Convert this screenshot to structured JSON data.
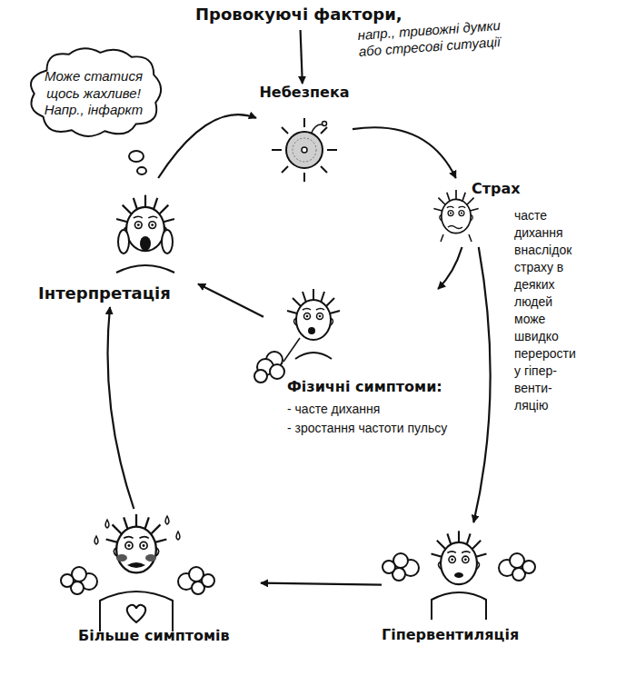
{
  "diagram": {
    "nodes": [
      {
        "text": [
          "Провокуючі фактори,",
          "напр., тривожні думки або стресові ситуації"
        ]
      },
      {
        "text": [
          "Може статися щось жахливе! Напр., інфаркт"
        ]
      },
      {
        "text": [
          "Небезпека"
        ]
      },
      {
        "text": [
          "Страх"
        ]
      },
      {
        "text": [
          "Фізичні симптоми:",
          "- часте дихання",
          "- зростання частоти пульсу"
        ]
      },
      {
        "text": [
          "Інтерпретація"
        ]
      },
      {
        "text": [
          "Гіпервентиляція"
        ]
      },
      {
        "text": [
          "Більше симптомів"
        ]
      }
    ],
    "edges": [
      {
        "from": 0,
        "to": 2,
        "arrow": "to"
      },
      {
        "from": 2,
        "to": 3,
        "arrow": "to"
      },
      {
        "from": 3,
        "to": 4,
        "arrow": "to"
      },
      {
        "from": 3,
        "to": 6,
        "arrow": "to",
        "label": "часте дихання внаслідок страху в деяких людей може швидко перерости у гіпер- венти- ляцію"
      },
      {
        "from": 4,
        "to": 5,
        "arrow": "to"
      },
      {
        "from": 6,
        "to": 7,
        "arrow": "to"
      },
      {
        "from": 7,
        "to": 5,
        "arrow": "to"
      },
      {
        "from": 5,
        "to": 2,
        "arrow": "to"
      }
    ]
  }
}
